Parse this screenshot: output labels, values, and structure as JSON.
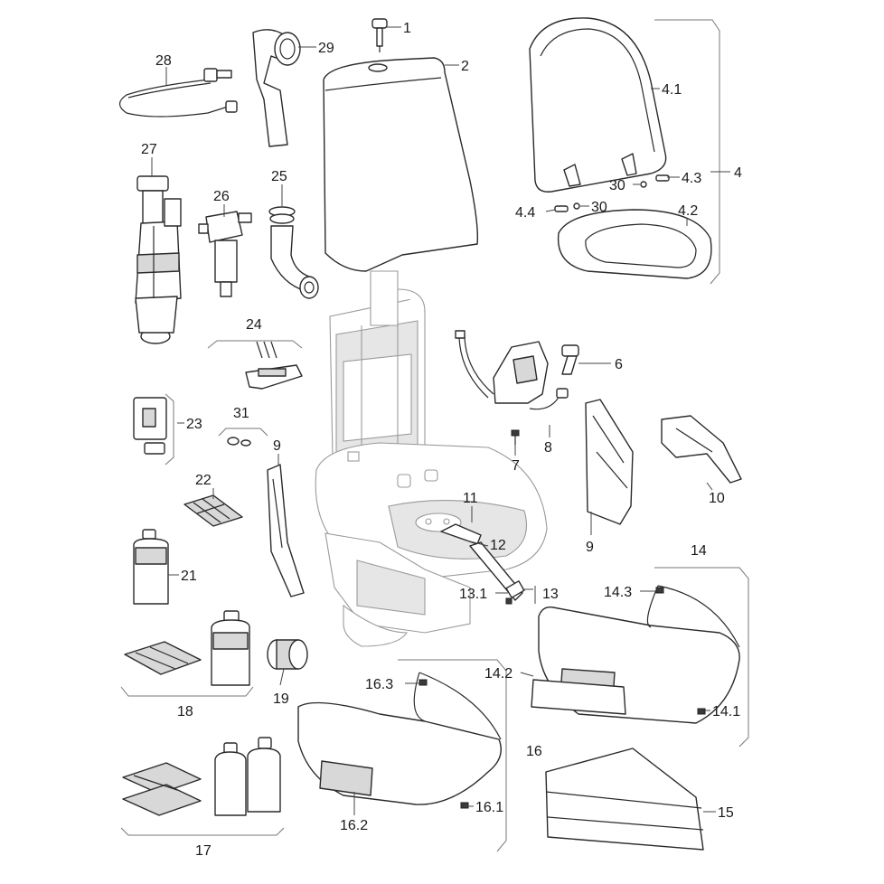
{
  "labels": {
    "l1": "1",
    "l2": "2",
    "l4": "4",
    "l4_1": "4.1",
    "l4_2": "4.2",
    "l4_3": "4.3",
    "l4_4": "4.4",
    "l30a": "30",
    "l30b": "30",
    "l6": "6",
    "l7": "7",
    "l8": "8",
    "l9a": "9",
    "l9b": "9",
    "l10": "10",
    "l11": "11",
    "l12": "12",
    "l13": "13",
    "l13_1": "13.1",
    "l14": "14",
    "l14_1": "14.1",
    "l14_2": "14.2",
    "l14_3": "14.3",
    "l15": "15",
    "l16": "16",
    "l16_1": "16.1",
    "l16_2": "16.2",
    "l16_3": "16.3",
    "l17": "17",
    "l18": "18",
    "l19": "19",
    "l21": "21",
    "l22": "22",
    "l23": "23",
    "l24": "24",
    "l25": "25",
    "l26": "26",
    "l27": "27",
    "l28": "28",
    "l29": "29",
    "l31": "31"
  }
}
